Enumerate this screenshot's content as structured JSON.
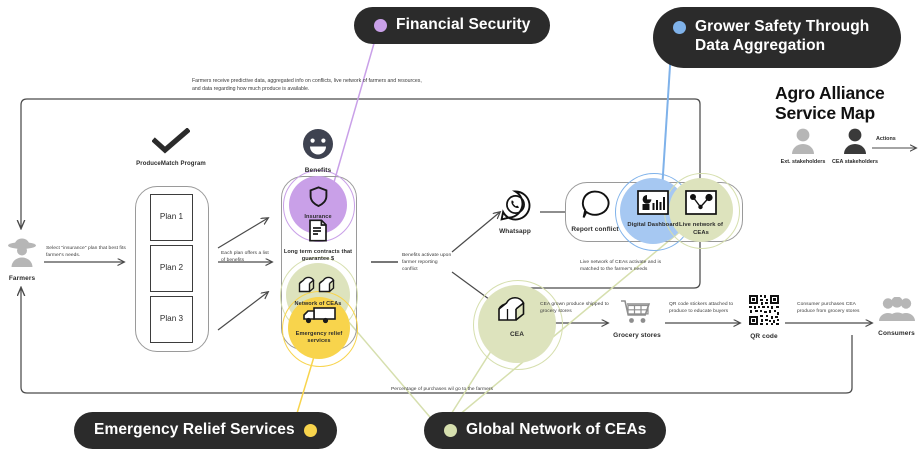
{
  "diagram": {
    "title": "Agro Alliance Service Map",
    "legend": {
      "ext_label": "Ext. stakeholders",
      "cea_label": "CEA stakeholders",
      "actions_label": "Actions"
    },
    "top_note": "Farmers receive predictive data,  aggregated info on conflicts, live network of farmers and resources, and data regarding how much produce is available.",
    "bottom_note": "Percentage of purchases wil go to the farmers"
  },
  "callouts": [
    {
      "label": "Financial Security",
      "color": "#c9a0e8",
      "align": "right"
    },
    {
      "label": "Grower Safety Through Data Aggregation",
      "color": "#7fb2ea",
      "align": "right"
    },
    {
      "label": "Emergency Relief Services",
      "color": "#f8d44c",
      "align": "left"
    },
    {
      "label": "Global Network of CEAs",
      "color": "#d6dfae",
      "align": "right"
    }
  ],
  "nodes": {
    "farmers": "Farmers",
    "produce_match": "ProduceMatch Program",
    "benefits": "Benefits",
    "whatsapp": "Whatsapp",
    "report_conflict": "Report conflict",
    "digital_dashboard": "Digital Dashboard",
    "live_network": "Live network of CEAs",
    "cea": "CEA",
    "grocery": "Grocery stores",
    "qr": "QR code",
    "consumers": "Consumers"
  },
  "plans": [
    {
      "name": "Plan 1"
    },
    {
      "name": "Plan 2"
    },
    {
      "name": "Plan 3"
    }
  ],
  "benefit_stack": [
    {
      "label": "Insurance",
      "color": "#c9a0e8",
      "icon": "shield-icon"
    },
    {
      "label": "Long term contracts that guarantee $",
      "color": "transparent",
      "icon": "document-icon"
    },
    {
      "label": "Network of CEAs",
      "color": "#dde3bd",
      "icon": "greenhouse-icon"
    },
    {
      "label": "Emergency relief services",
      "color": "#f8d44c",
      "icon": "truck-icon"
    }
  ],
  "annotations": {
    "select_plan": "Select \"insurance\" plan that best fits farmer's needs.",
    "each_plan": "Each plan offers a list of benefits",
    "benefits_activate": "Benefits activate upon farmer reporting conflict",
    "live_network_match": "Live network of CEAs activate and is matched to the farmer's needs",
    "cea_shipped": "CEA grown produce shipped to grocery stores",
    "qr_stickers": "QR code stickers attached to produce to educate buyers",
    "consumer_purchase": "Consumer purchases CEA produce from grocery stores"
  },
  "colors": {
    "dark": "#2b2b2b",
    "purple": "#c9a0e8",
    "blue": "#7fb2ea",
    "blue_fill": "#a6c8f2",
    "yellow": "#f8d44c",
    "green": "#d9e0b5",
    "line": "#4a4a4a",
    "grey_icon": "#b6b6b6"
  }
}
